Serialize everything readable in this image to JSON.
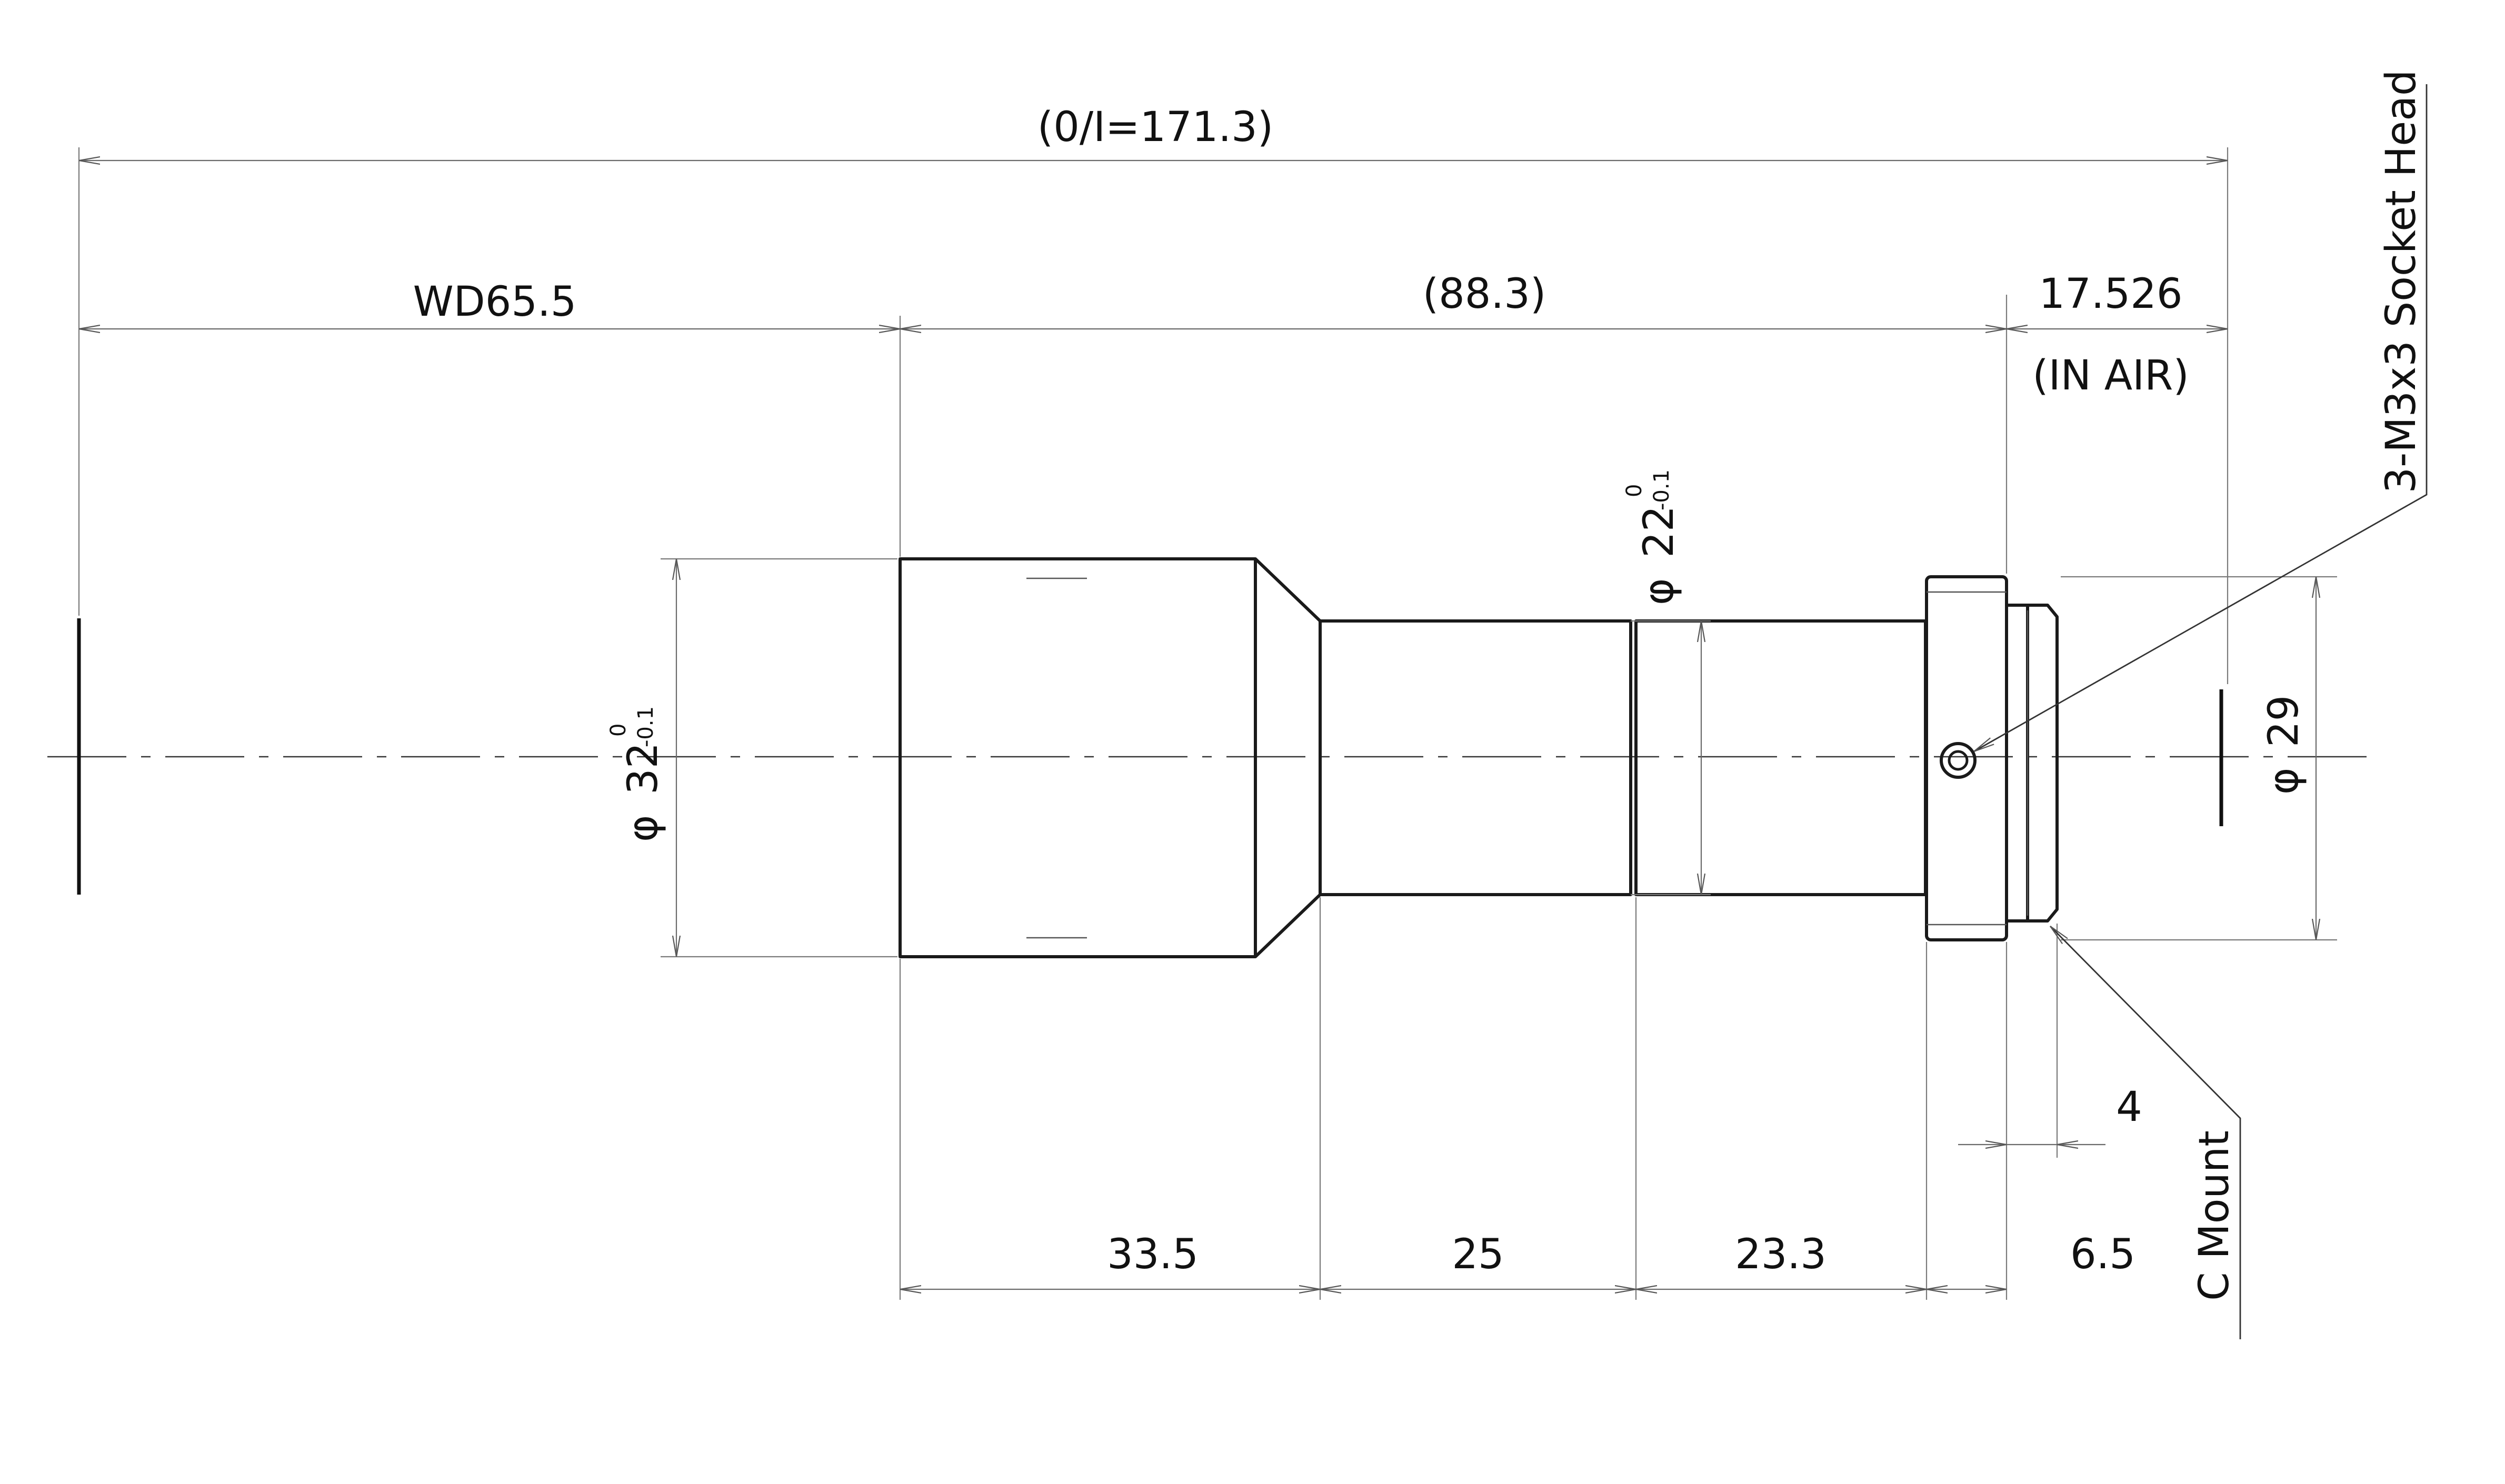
{
  "dimensions": {
    "overall_length": "(0/I=171.3)",
    "working_distance": "WD65.5",
    "body_length": "(88.3)",
    "flange_back": "17.526",
    "flange_note": "(IN AIR)",
    "seg_front": "33.5",
    "seg_mid": "25",
    "seg_rear": "23.3",
    "mount_length": "6.5",
    "thread_length": "4"
  },
  "diameters": {
    "front": {
      "symbol": "φ",
      "value": "32",
      "tol_upper": "0",
      "tol_lower": "-0.1"
    },
    "middle": {
      "symbol": "φ",
      "value": "22",
      "tol_upper": "0",
      "tol_lower": "-0.1"
    },
    "mount": {
      "symbol": "φ",
      "value": "29"
    }
  },
  "callouts": {
    "screw": "3-M3x3 Socket Head",
    "mount": "C Mount"
  }
}
